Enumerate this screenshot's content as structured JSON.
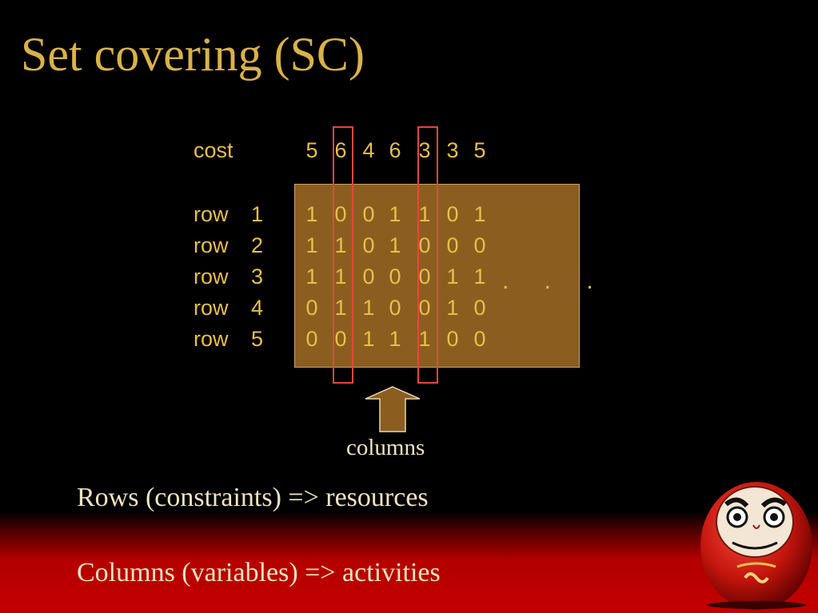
{
  "slide": {
    "title": "Set covering (SC)",
    "cost_label": "cost",
    "costs": [
      "5",
      "6",
      "4",
      "6",
      "3",
      "3",
      "5"
    ],
    "rows": [
      {
        "label": "row",
        "num": "1",
        "values": [
          "1",
          "0",
          "0",
          "1",
          "1",
          "0",
          "1"
        ]
      },
      {
        "label": "row",
        "num": "2",
        "values": [
          "1",
          "1",
          "0",
          "1",
          "0",
          "0",
          "0"
        ]
      },
      {
        "label": "row",
        "num": "3",
        "values": [
          "1",
          "1",
          "0",
          "0",
          "0",
          "1",
          "1"
        ]
      },
      {
        "label": "row",
        "num": "4",
        "values": [
          "0",
          "1",
          "1",
          "0",
          "0",
          "1",
          "0"
        ]
      },
      {
        "label": "row",
        "num": "5",
        "values": [
          "0",
          "0",
          "1",
          "1",
          "1",
          "0",
          "0"
        ]
      }
    ],
    "ellipsis": ". . .",
    "arrow_label": "columns",
    "line1": "Rows (constraints) => resources",
    "line2": "Columns (variables) => activities"
  },
  "colors": {
    "title": "#d9b24a",
    "matrix_fill": "#8b5e1f",
    "highlight": "#e04a3a",
    "text": "#e8bf4a"
  }
}
